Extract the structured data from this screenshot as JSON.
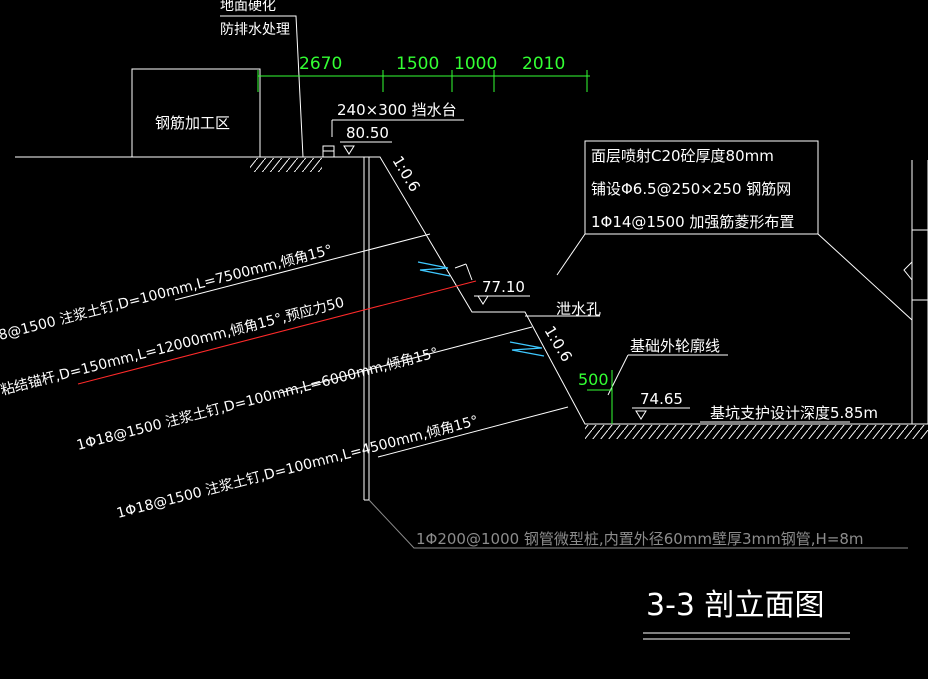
{
  "notes": {
    "top_note_line1": "地面硬化",
    "top_note_line2": "防排水处理",
    "rebar_area": "钢筋加工区",
    "retaining_wall": "240×300 挡水台",
    "shotcrete_line1": "面层喷射C20砼厚度80mm",
    "shotcrete_line2": "铺设Φ6.5@250×250 钢筋网",
    "shotcrete_line3": "1Φ14@1500 加强筋菱形布置",
    "drain_hole": "泄水孔",
    "foundation_outline": "基础外轮廓线",
    "pit_depth": "基坑支护设计深度5.85m",
    "micro_pile": "1Φ200@1000 钢管微型桩,内置外径60mm壁厚3mm钢管,H=8m"
  },
  "nails": {
    "nail1": "8@1500 注浆土钉,D=100mm,L=7500mm,倾角15°",
    "anchor": "粘结锚杆,D=150mm,L=12000mm,倾角15°,预应力50",
    "nail3": "1Φ18@1500 注浆土钉,D=100mm,L=6000mm,倾角15°",
    "nail4": "1Φ18@1500 注浆土钉,D=100mm,L=4500mm,倾角15°"
  },
  "dimensions": {
    "d1": "2670",
    "d2": "1500",
    "d3": "1000",
    "d4": "2010",
    "berm_width": "500"
  },
  "elevations": {
    "top": "80.50",
    "mid": "77.10",
    "bottom": "74.65"
  },
  "slopes": {
    "upper": "1:0.6",
    "lower": "1:0.6"
  },
  "title": "3-3 剖立面图",
  "colors": {
    "background": "#000000",
    "line": "#ffffff",
    "dimension": "#33ff33",
    "anchor": "#ff2a2a",
    "drain": "#3fc8ff",
    "leader": "#8c8c8c"
  }
}
